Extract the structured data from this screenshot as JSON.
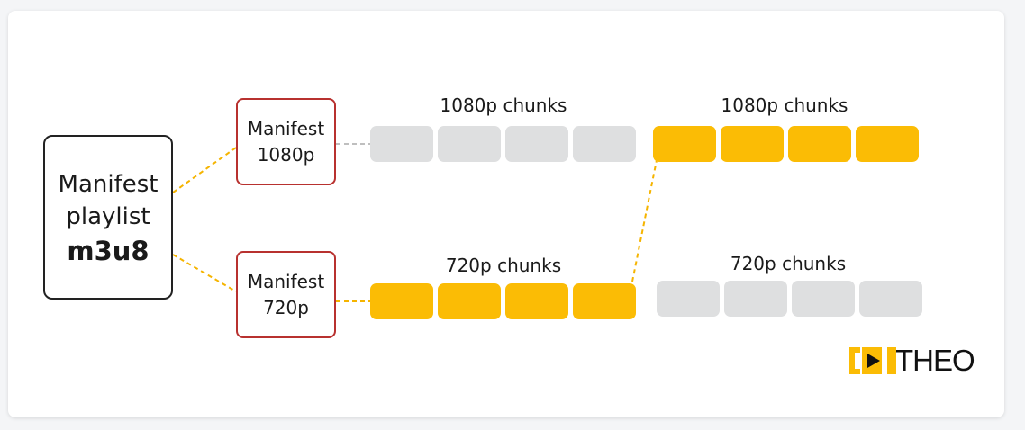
{
  "playlist": {
    "line1": "Manifest",
    "line2": "playlist",
    "format": "m3u8"
  },
  "manifests": [
    {
      "line1": "Manifest",
      "line2": "1080p"
    },
    {
      "line1": "Manifest",
      "line2": "720p"
    }
  ],
  "chunk_groups": [
    {
      "label": "1080p chunks",
      "state": "inactive",
      "count": 4
    },
    {
      "label": "720p chunks",
      "state": "active",
      "count": 4
    },
    {
      "label": "1080p chunks",
      "state": "active",
      "count": 4
    },
    {
      "label": "720p chunks",
      "state": "inactive",
      "count": 4
    }
  ],
  "logo": {
    "text": "THEO"
  },
  "colors": {
    "active_chunk": "#fbbc05",
    "inactive_chunk": "#dedfe0",
    "manifest_border": "#b8312f",
    "playlist_border": "#222222",
    "connector_active": "#f5b400",
    "connector_inactive": "#bfbfbf"
  }
}
